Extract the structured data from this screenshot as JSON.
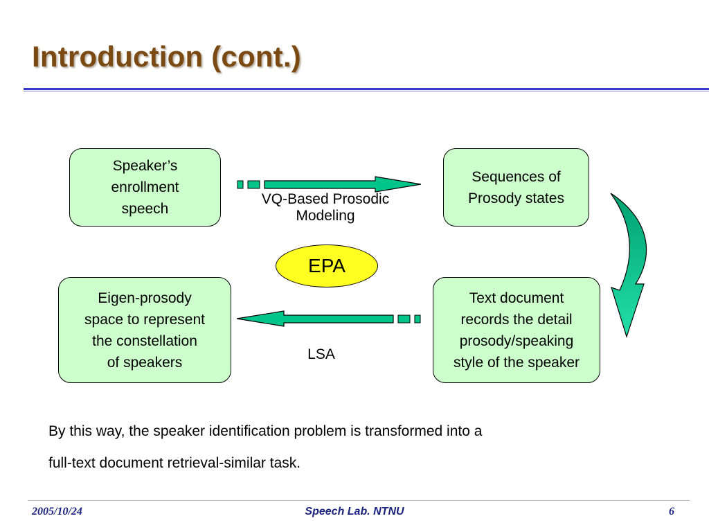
{
  "slide": {
    "title": "Introduction (cont.)"
  },
  "diagram": {
    "boxes": {
      "enrollment": "Speaker’s\nenrollment\nspeech",
      "sequences": "Sequences of\nProsody states",
      "eigen": "Eigen-prosody\nspace to represent\nthe constellation\nof speakers",
      "text_document": "Text document\nrecords the detail\nprosody/speaking\nstyle of the speaker"
    },
    "labels": {
      "vq": "VQ-Based Prosodic\nModeling",
      "epa": "EPA",
      "lsa": "LSA"
    },
    "colors": {
      "box_fill": "#ccffcc",
      "arrow_fill": "#00c58a",
      "epa_fill": "#ffff22"
    }
  },
  "body": {
    "line1": "By this way, the speaker identification problem is transformed into a",
    "line2": "full-text document retrieval-similar task."
  },
  "footer": {
    "date": "2005/10/24",
    "center": "Speech Lab. NTNU",
    "page": "6"
  }
}
